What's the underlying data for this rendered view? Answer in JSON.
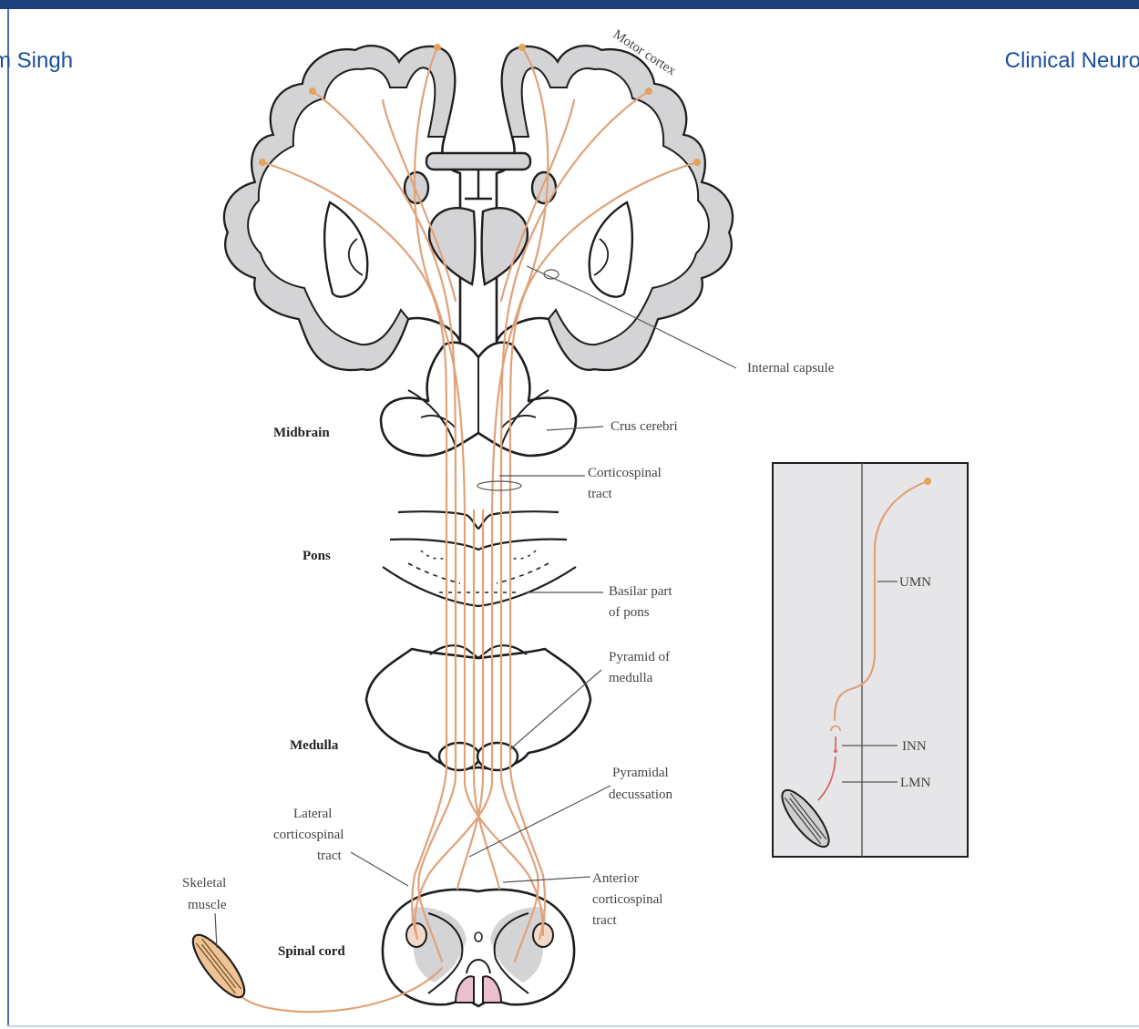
{
  "header": {
    "left_text": "m Singh",
    "right_text": "Clinical Neuro"
  },
  "labels": {
    "motor_cortex": "Motor cortex",
    "internal_capsule": "Internal capsule",
    "midbrain": "Midbrain",
    "crus_cerebri": "Crus cerebri",
    "corticospinal_tract": [
      "Corticospinal",
      "tract"
    ],
    "pons": "Pons",
    "basilar_part_of_pons": [
      "Basilar part",
      "of pons"
    ],
    "pyramid_of_medulla": [
      "Pyramid of",
      "medulla"
    ],
    "medulla": "Medulla",
    "pyramidal_decussation": [
      "Pyramidal",
      "decussation"
    ],
    "lateral_corticospinal_tract": [
      "Lateral",
      "corticospinal",
      "tract"
    ],
    "anterior_corticospinal_tract": [
      "Anterior",
      "corticospinal",
      "tract"
    ],
    "skeletal_muscle": [
      "Skeletal",
      "muscle"
    ],
    "spinal_cord": "Spinal cord",
    "inset": {
      "umn": "UMN",
      "inn": "INN",
      "lmn": "LMN"
    }
  },
  "colors": {
    "tract": "#e0a27a",
    "grey_matter": "#d4d4d6",
    "inset_panel": "#e6e6e8",
    "header_text": "#1a4f9c",
    "pyramid_fill": "#eac0cf"
  }
}
